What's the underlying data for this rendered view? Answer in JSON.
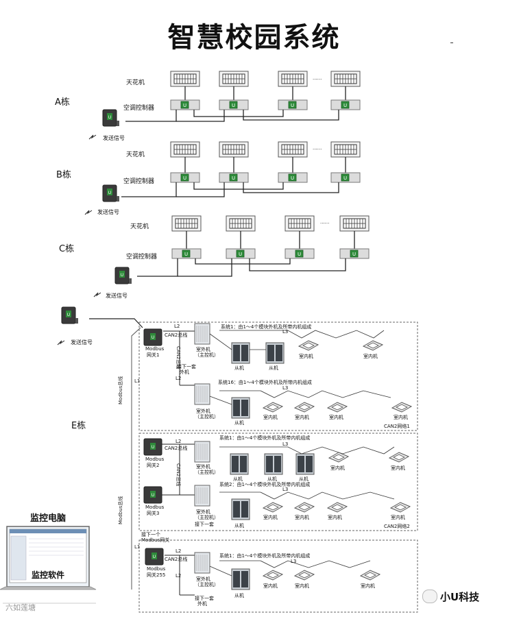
{
  "title": "智慧校园系统",
  "buildings": {
    "a": "A栋",
    "b": "B栋",
    "c": "C栋",
    "e": "E栋"
  },
  "labels": {
    "ceiling_unit": "天花机",
    "ac_controller": "空调控制器",
    "send_signal": "发送信号",
    "ellipsis": "......"
  },
  "e_building": {
    "bus": "Modbus总线",
    "gateway_line1": "Modbus",
    "gateway1": "网关1",
    "gateway2": "网关2",
    "gateway3": "网关3",
    "gateway255": "网关255",
    "can2_bus": "CAN2总线",
    "l1": "L1",
    "l2": "L2",
    "l3": "L3",
    "system1": "系统1：由1～4个模块外机及所带内机组成",
    "system16": "系统16：由1～4个模块外机及所带内机组成",
    "system2": "系统2：由1～4个模块外机及所带内机组成",
    "outdoor_master": "室外机",
    "master": "（主控机）",
    "slave": "从机",
    "indoor": "室内机",
    "next_outdoor": "接下一套",
    "next_outdoor2": "外机",
    "next_gateway": "接下一个",
    "next_gateway2": "Modbus网关",
    "can2_net1": "CAN2网络1",
    "can2_net2": "CAN2网络2"
  },
  "monitor": {
    "pc_label": "监控电脑",
    "software": "监控软件"
  },
  "watermark": {
    "brand": "小U科技",
    "left": "六如莲塘"
  }
}
